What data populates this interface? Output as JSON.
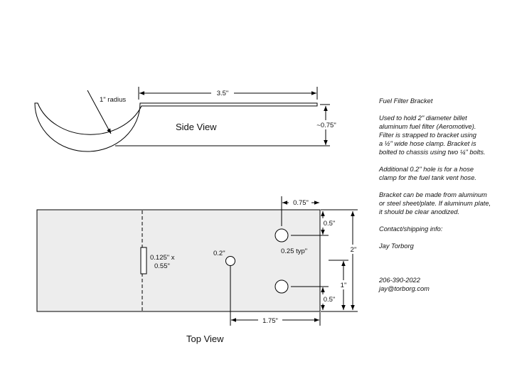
{
  "side_view": {
    "title": "Side View",
    "radius_label": "1\" radius",
    "length_label": "3.5\"",
    "height_label": "~0.75\""
  },
  "top_view": {
    "title": "Top View",
    "slot_label_1": "0.125\" x",
    "slot_label_2": "0.55\"",
    "small_hole_label": "0.2\"",
    "large_hole_label": "0.25 typ\"",
    "dim_075": "0.75\"",
    "dim_05_top": "0.5\"",
    "dim_2": "2\"",
    "dim_1": "1\"",
    "dim_05_bottom": "0.5\"",
    "dim_175": "1.75\""
  },
  "notes": {
    "title": "Fuel Filter Bracket",
    "para1": [
      "Used to hold 2\" diameter billet",
      "aluminum fuel filter (Aeromotive).",
      "Filter is strapped to bracket using",
      "a ½\" wide hose clamp. Bracket is",
      "bolted to chassis using two ¼\" bolts."
    ],
    "para2": [
      "Additional 0.2\" hole is for a hose",
      "clamp for the fuel tank vent hose."
    ],
    "para3": [
      "Bracket can be made from aluminum",
      "or steel sheet/plate. If aluminum plate,",
      "it should be clear anodized."
    ],
    "contact_heading": "Contact/shipping info:",
    "name": "Jay Torborg",
    "phone": "206-390-2022",
    "email": "jay@torborg.com"
  }
}
